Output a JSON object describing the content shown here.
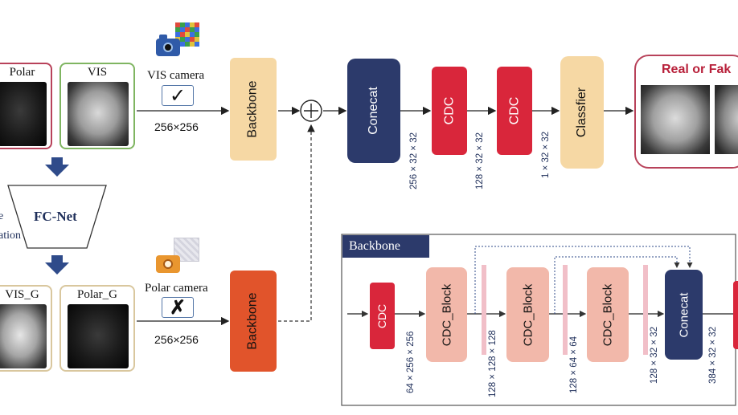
{
  "images": {
    "polar": "Polar",
    "vis": "VIS",
    "vis_g": "VIS_G",
    "polar_g": "Polar_G"
  },
  "fcnet": {
    "title": "FC-Net",
    "side_label_top": "e",
    "side_label_bottom": "ation"
  },
  "cameras": {
    "vis": "VIS camera",
    "polar": "Polar camera"
  },
  "resolutions": {
    "top": "256×256",
    "bottom": "256×256"
  },
  "main_pipeline": {
    "backbone_top": "Backbone",
    "backbone_bottom": "Backbone",
    "concat": "Conecat",
    "cdc1": "CDC",
    "cdc2": "CDC",
    "classifier": "Classfier",
    "dims": [
      "256 × 32 × 32",
      "128 × 32 × 32",
      "1 × 32 × 32"
    ]
  },
  "output": {
    "title": "Real or Fak"
  },
  "backbone_detail": {
    "title": "Backbone",
    "cdc": "CDC",
    "block1": "CDC_Block",
    "block2": "CDC_Block",
    "block3": "CDC_Block",
    "concat": "Conecat",
    "dims": [
      "64 × 256 × 256",
      "128 × 128 × 128",
      "128 × 64 × 64",
      "128 × 32 × 32",
      "384 × 32 × 32"
    ]
  },
  "colors": {
    "navy": "#2c3a6b",
    "red": "#d9263b",
    "peach": "#f6d8a4",
    "orange": "#e1542b",
    "salmon": "#f2b8aa",
    "pink_bar": "#f1bfc8",
    "polar_border": "#b8425a",
    "vis_border": "#7fb561",
    "vis_g_border": "#d9c79e",
    "output_border": "#b8425a",
    "arrow_blue": "#2f4b8a"
  }
}
